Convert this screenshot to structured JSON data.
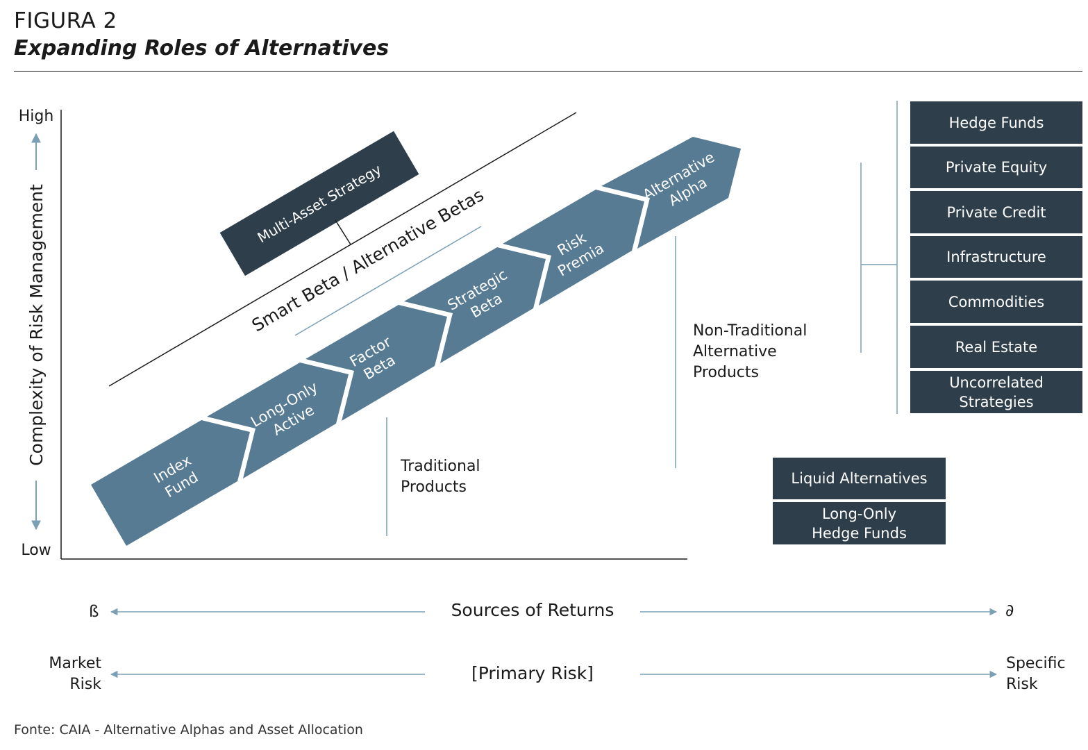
{
  "figure": {
    "label": "FIGURA 2",
    "title": "Expanding Roles of Alternatives",
    "source": "Fonte: CAIA - Alternative Alphas and Asset Allocation"
  },
  "y_axis": {
    "label": "Complexity of Risk Management",
    "high": "High",
    "low": "Low"
  },
  "chevrons": [
    {
      "line1": "Index",
      "line2": "Fund"
    },
    {
      "line1": "Long-Only",
      "line2": "Active"
    },
    {
      "line1": "Factor",
      "line2": "Beta"
    },
    {
      "line1": "Strategic",
      "line2": "Beta"
    },
    {
      "line1": "Risk",
      "line2": "Premia"
    },
    {
      "line1": "Alternative",
      "line2": "Alpha"
    }
  ],
  "smart_beta_label": "Smart Beta / Alternative Betas",
  "multi_asset_label": "Multi-Asset Strategy",
  "traditional": {
    "line1": "Traditional",
    "line2": "Products"
  },
  "non_traditional": {
    "line1": "Non-Traditional",
    "line2": "Alternative",
    "line3": "Products"
  },
  "alternatives_list": [
    "Hedge Funds",
    "Private Equity",
    "Private Credit",
    "Infrastructure",
    "Commodities",
    "Real Estate",
    "Uncorrelated Strategies"
  ],
  "liquid_alternatives": {
    "label": "Liquid Alternatives",
    "sub_line1": "Long-Only",
    "sub_line2": "Hedge Funds"
  },
  "returns_axis": {
    "left_symbol": "ß",
    "center": "Sources of Returns",
    "right_symbol": "∂"
  },
  "risk_axis": {
    "left_line1": "Market",
    "left_line2": "Risk",
    "center": "[Primary Risk]",
    "right_line1": "Specific",
    "right_line2": "Risk"
  },
  "colors": {
    "dark_box": "#2e3e4b",
    "chevron": "#567b92",
    "line_blue": "#7b9fb5",
    "text": "#1a1a1a"
  }
}
